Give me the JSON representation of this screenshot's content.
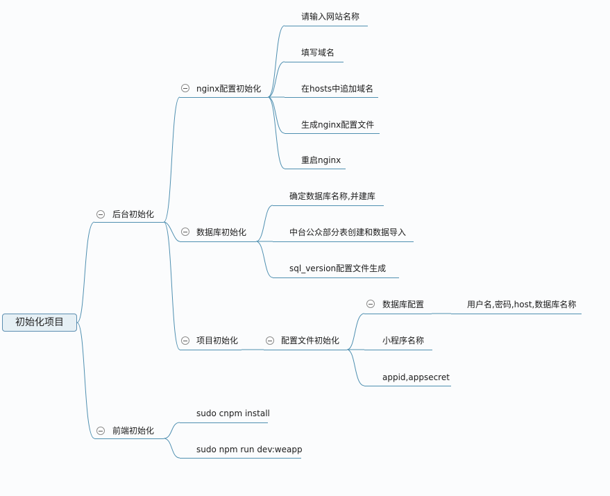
{
  "root": "初始化项目",
  "backend": {
    "label": "后台初始化",
    "nginx": {
      "label": "nginx配置初始化",
      "steps": [
        "请输入网站名称",
        "填写域名",
        "在hosts中追加域名",
        "生成nginx配置文件",
        "重启nginx"
      ]
    },
    "database": {
      "label": "数据库初始化",
      "steps": [
        "确定数据库名称,并建库",
        "中台公众部分表创建和数据导入",
        "sql_version配置文件生成"
      ]
    },
    "project": {
      "label": "项目初始化",
      "config": {
        "label": "配置文件初始化",
        "db": {
          "label": "数据库配置",
          "detail": "用户名,密码,host,数据库名称"
        },
        "miniapp": "小程序名称",
        "appid": "appid,appsecret"
      }
    }
  },
  "frontend": {
    "label": "前端初始化",
    "commands": [
      "sudo cnpm install",
      "sudo npm  run dev:weapp"
    ]
  },
  "colors": {
    "connector": "#4e8fb0",
    "root_fill": "#e6f0f5",
    "root_border": "#5b8db0"
  }
}
